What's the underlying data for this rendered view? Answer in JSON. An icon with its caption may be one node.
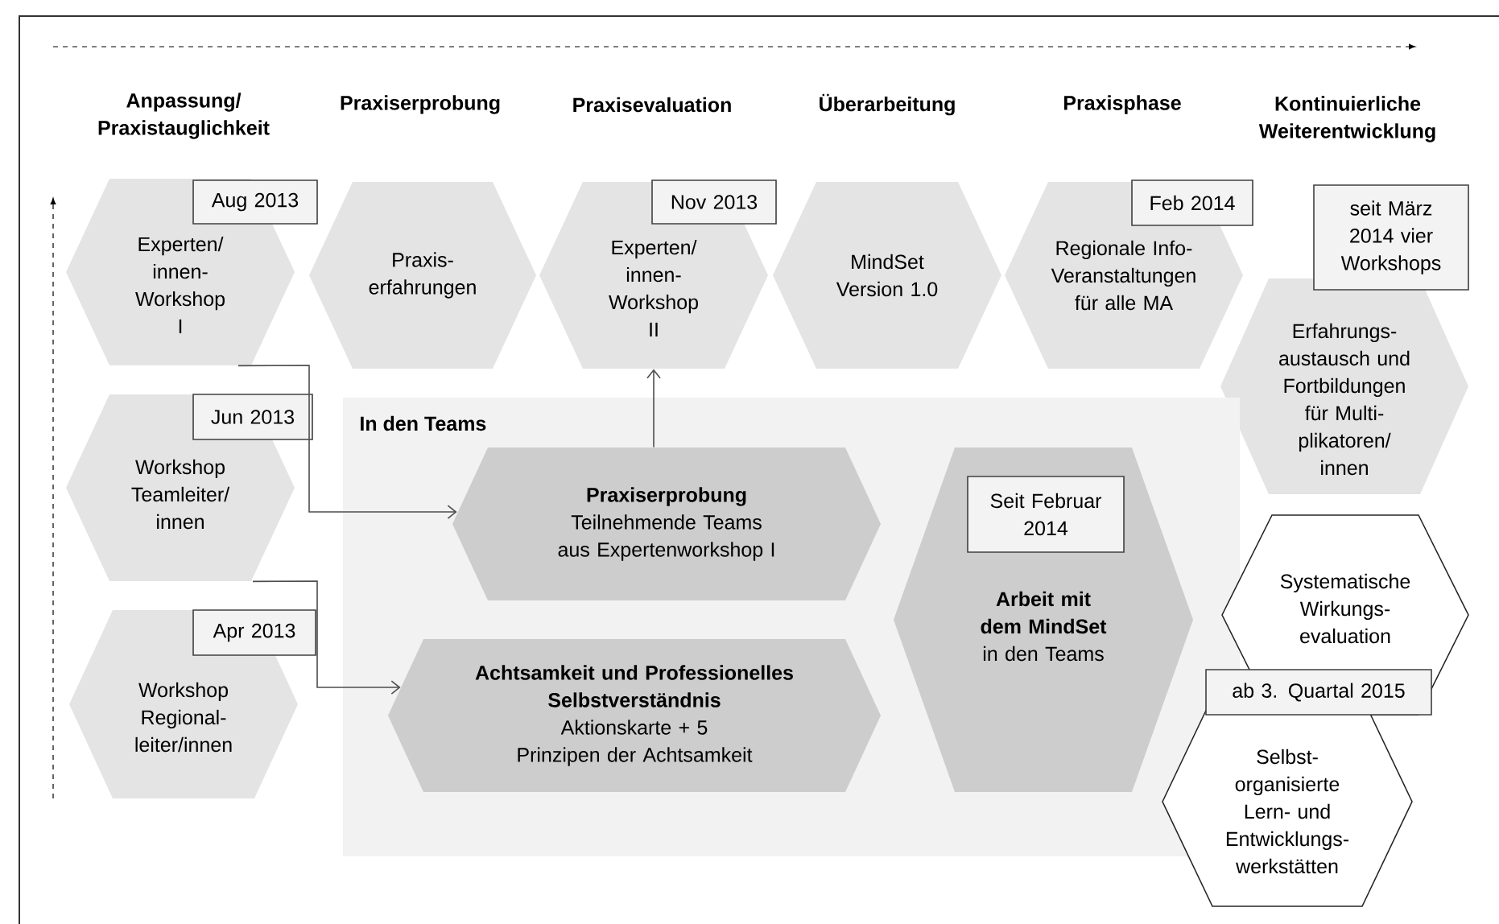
{
  "diagram": {
    "nodes": [
      {
        "text": [
          "Experten/ innen- Workshop I"
        ]
      },
      {
        "text": [
          "Aug 2013"
        ]
      },
      {
        "text": [
          "Praxis- erfahrungen"
        ]
      },
      {
        "text": [
          "Experten/ innen- Workshop II"
        ]
      },
      {
        "text": [
          "Nov 2013"
        ]
      },
      {
        "text": [
          "MindSet Version 1.0"
        ]
      },
      {
        "text": [
          "Regionale Info- Veranstaltungen für alle MA"
        ]
      },
      {
        "text": [
          "Feb 2014"
        ]
      },
      {
        "text": [
          "seit März 2014 vier Workshops"
        ]
      },
      {
        "text": [
          "Erfahrungs- austausch und Fortbildungen für Multi- plikatoren/ innen"
        ]
      },
      {
        "text": [
          "Workshop Teamleiter/ innen"
        ]
      },
      {
        "text": [
          "Jun 2013"
        ]
      },
      {
        "text": [
          "In den Teams"
        ]
      },
      {
        "text": [
          "Praxiserprobung",
          "Teilnehmende Teams aus Expertenworkshop I"
        ],
        "in": 12
      },
      {
        "text": [
          "Arbeit mit dem MindSet",
          "in den Teams"
        ],
        "in": 12
      },
      {
        "text": [
          "Seit Februar 2014"
        ],
        "in": 14
      },
      {
        "text": [
          "Systematische Wirkungs- evaluation"
        ]
      },
      {
        "text": [
          "Workshop Regional- leiter/innen"
        ]
      },
      {
        "text": [
          "Apr 2013"
        ]
      },
      {
        "text": [
          "Achtsamkeit und Professionelles Selbstverständnis",
          "Aktionskarte + 5 Prinzipen der Achtsamkeit"
        ],
        "in": 12
      },
      {
        "text": [
          "ab 3. Quartal 2015"
        ]
      },
      {
        "text": [
          "Selbst- organisierte Lern- und Entwicklungs- werkstätten"
        ]
      }
    ],
    "edges": [
      {
        "from": 0,
        "to": 13,
        "arrow": "to"
      },
      {
        "from": 10,
        "to": 19,
        "arrow": "to"
      },
      {
        "from": 13,
        "to": 3,
        "arrow": "to"
      }
    ],
    "labels": [
      "Anpassung/ Praxistauglichkeit",
      "Praxiserprobung",
      "Praxisevaluation",
      "Überarbeitung",
      "Praxisphase",
      "Kontinuierliche Weiterentwicklung"
    ]
  }
}
